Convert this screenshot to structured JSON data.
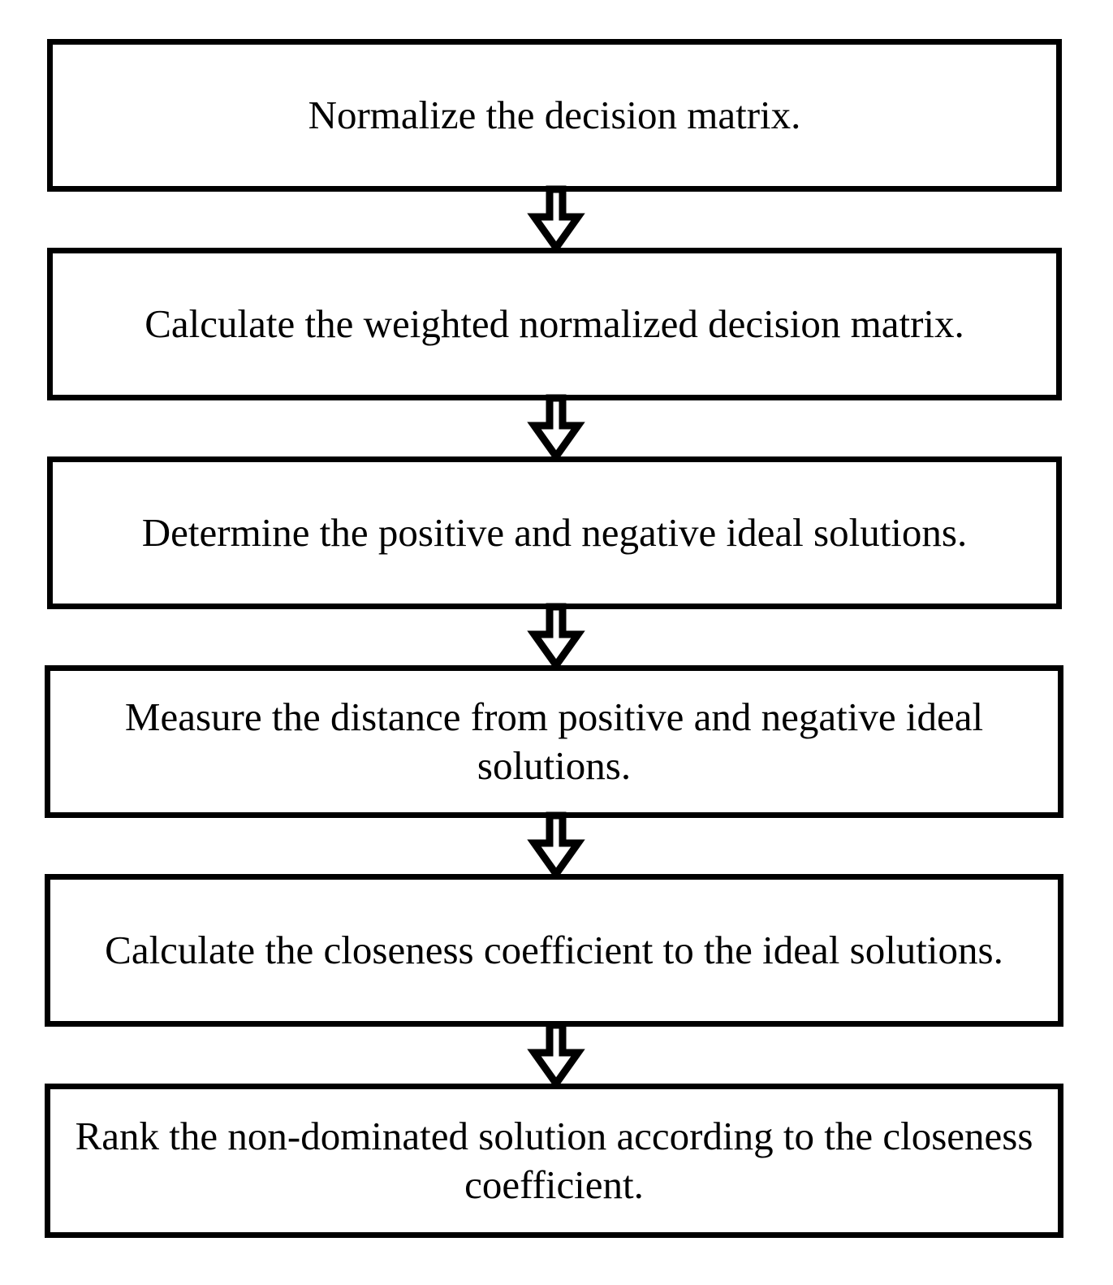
{
  "diagram": {
    "title": "TOPSIS ranking procedure flowchart",
    "orientation": "vertical-top-to-bottom",
    "background_color": "#ffffff",
    "box_border_color": "#000000",
    "box_fill_color": "#ffffff",
    "text_color": "#000000",
    "arrow_style": "hollow-block-arrow-down",
    "steps": [
      {
        "index": 1,
        "label": "Normalize the decision matrix.",
        "lines": [
          "Normalize the decision matrix."
        ]
      },
      {
        "index": 2,
        "label": "Calculate the weighted normalized decision matrix.",
        "lines": [
          "Calculate the weighted normalized decision matrix."
        ]
      },
      {
        "index": 3,
        "label": "Determine the positive and negative ideal solutions.",
        "lines": [
          "Determine the positive and negative ideal solutions."
        ]
      },
      {
        "index": 4,
        "label": "Measure the distance from positive and negative ideal solutions.",
        "lines": [
          "Measure the distance from positive and negative ideal",
          "solutions."
        ]
      },
      {
        "index": 5,
        "label": "Calculate the closeness coefficient to the ideal solutions.",
        "lines": [
          "Calculate the closeness coefficient to the ideal",
          "solutions."
        ]
      },
      {
        "index": 6,
        "label": "Rank the non-dominated solution according to the closeness coefficient.",
        "lines": [
          "Rank the non-dominated solution according to the",
          "closeness coefficient."
        ]
      }
    ],
    "connectors": [
      {
        "index": 1,
        "from_step": 1,
        "to_step": 2,
        "icon": "arrow-down-icon"
      },
      {
        "index": 2,
        "from_step": 2,
        "to_step": 3,
        "icon": "arrow-down-icon"
      },
      {
        "index": 3,
        "from_step": 3,
        "to_step": 4,
        "icon": "arrow-down-icon"
      },
      {
        "index": 4,
        "from_step": 4,
        "to_step": 5,
        "icon": "arrow-down-icon"
      },
      {
        "index": 5,
        "from_step": 5,
        "to_step": 6,
        "icon": "arrow-down-icon"
      }
    ]
  }
}
